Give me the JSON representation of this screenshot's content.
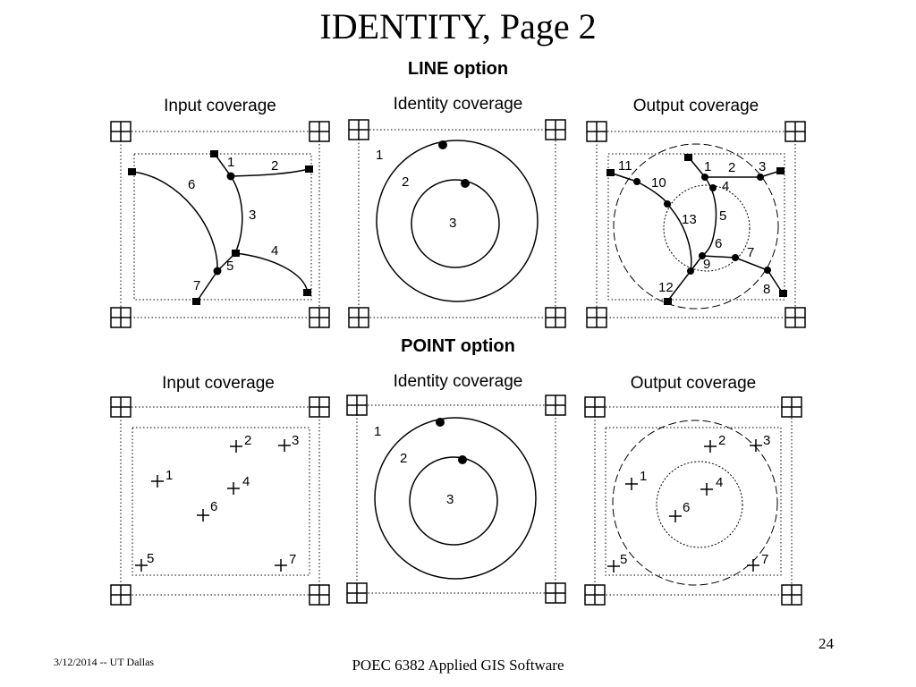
{
  "title": "IDENTITY, Page 2",
  "sections": {
    "line": {
      "label": "LINE option",
      "panels": {
        "input": {
          "title": "Input coverage",
          "labels": [
            "1",
            "2",
            "3",
            "4",
            "5",
            "6",
            "7"
          ]
        },
        "identity": {
          "title": "Identity coverage",
          "labels": [
            "1",
            "2",
            "3"
          ]
        },
        "output": {
          "title": "Output coverage",
          "labels": [
            "1",
            "2",
            "3",
            "4",
            "5",
            "6",
            "7",
            "8",
            "9",
            "10",
            "11",
            "12",
            "13"
          ]
        }
      }
    },
    "point": {
      "label": "POINT  option",
      "panels": {
        "input": {
          "title": "Input coverage",
          "labels": [
            "1",
            "2",
            "3",
            "4",
            "5",
            "6",
            "7"
          ]
        },
        "identity": {
          "title": "Identity coverage",
          "labels": [
            "1",
            "2",
            "3"
          ]
        },
        "output": {
          "title": "Output coverage",
          "labels": [
            "1",
            "2",
            "3",
            "4",
            "5",
            "6",
            "7"
          ]
        }
      }
    }
  },
  "footer": {
    "date": "3/12/2014  -- UT Dallas",
    "course": "POEC 6382 Applied GIS Software",
    "page_number": "24"
  }
}
